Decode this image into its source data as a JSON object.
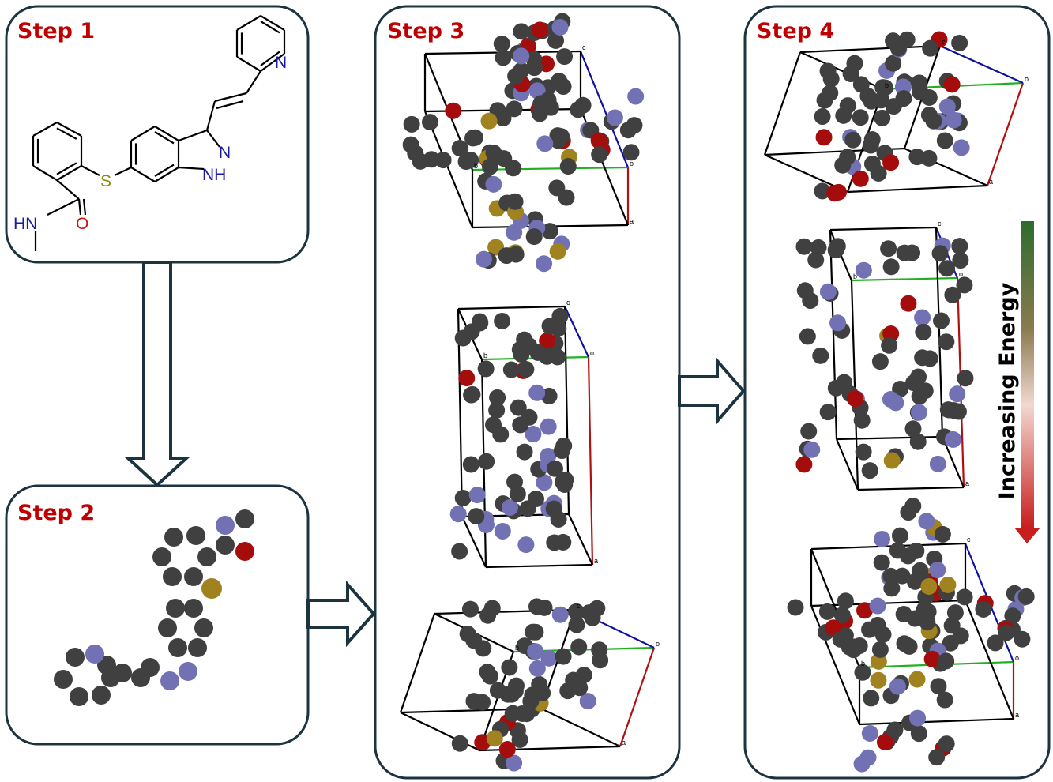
{
  "steps": {
    "step1": "Step 1",
    "step2": "Step 2",
    "step3": "Step 3",
    "step4": "Step 4"
  },
  "molecule_labels": {
    "pyridine_n": "N",
    "sulfur": "S",
    "indazole_n": "N",
    "indazole_nh": "NH",
    "amide_hn": "HN",
    "amide_o": "O"
  },
  "cell_axis_labels": {
    "origin": "o",
    "a": "a",
    "b": "b",
    "c": "c"
  },
  "energy_label": "Increasing Energy",
  "colors": {
    "box_border": "#1c3340",
    "step_text": "#c00000",
    "carbon": "#404040",
    "nitrogen": "#7171b3",
    "oxygen": "#a50d0d",
    "sulfur": "#a0821e",
    "gradient_top": "#2e6b2e",
    "gradient_bottom": "#c81e1e"
  }
}
